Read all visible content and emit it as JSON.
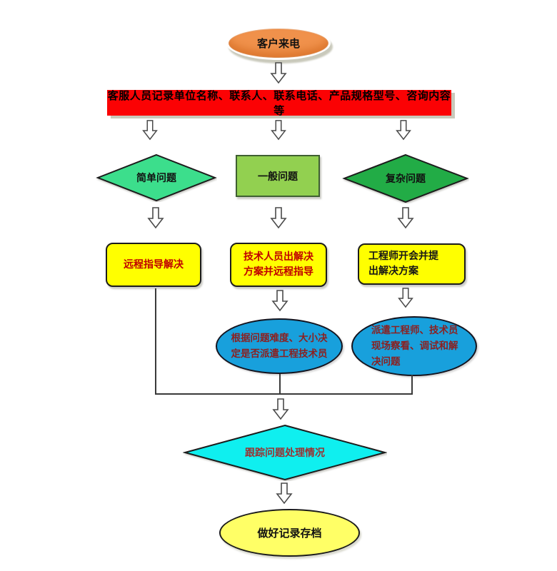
{
  "diagram": {
    "type": "flowchart",
    "language": "zh-CN",
    "topic": "customer service call handling process"
  },
  "nodes": {
    "start": {
      "label": "客户来电",
      "shape": "ellipse",
      "fill": "#F0914B",
      "text_color": "#000000"
    },
    "record": {
      "label": "客服人员记录单位名称、联系人、联系电话、产品规格型号、咨询内容等",
      "shape": "rectangle",
      "fill": "#FB0204",
      "text_color": "#000000"
    },
    "simple": {
      "label": "简单问题",
      "shape": "diamond",
      "fill": "#3CDE8C",
      "text_color": "#000000"
    },
    "general": {
      "label": "一般问题",
      "shape": "ellipse",
      "fill": "#92D050",
      "text_color": "#000000"
    },
    "complex": {
      "label": "复杂问题",
      "shape": "diamond",
      "fill": "#22AC46",
      "text_color": "#000000"
    },
    "remote": {
      "label": "远程指导解决",
      "shape": "rounded-rectangle",
      "fill": "#FFFF00",
      "text_color": "#C00000"
    },
    "tech": {
      "line1": "技术人员出解决",
      "line2": "方案并远程指导",
      "shape": "rounded-rectangle",
      "fill": "#FFFF00",
      "text_color": "#C00000"
    },
    "engineer": {
      "line1": "工程师开会并提",
      "line2": "出解决方案",
      "shape": "rounded-rectangle",
      "fill": "#FFFF00",
      "text_color": "#161616"
    },
    "decide": {
      "line1": "根据问题难度、大小决",
      "line2": "定是否派遣工程技术员",
      "shape": "ellipse",
      "fill": "#18A0DC",
      "text_color": "#8B2020"
    },
    "dispatch": {
      "line1": "派遣工程师、技术员",
      "line2": "现场察看、调试和解",
      "line3": "决问题",
      "shape": "ellipse",
      "fill": "#18A0DC",
      "text_color": "#8B2020"
    },
    "track": {
      "label": "跟踪问题处理情况",
      "shape": "diamond",
      "fill": "#0FEFEF",
      "text_color": "#993333"
    },
    "archive": {
      "label": "做好记录存档",
      "shape": "ellipse",
      "fill": "#FFFF66",
      "text_color": "#000000"
    }
  },
  "edges": [
    "start -> record",
    "record -> simple",
    "record -> general",
    "record -> complex",
    "simple -> remote",
    "general -> tech",
    "complex -> engineer",
    "tech -> decide",
    "engineer -> dispatch",
    "remote -> track",
    "decide -> track",
    "dispatch -> track",
    "track -> archive"
  ],
  "colors": {
    "arrow_fill": "#ffffff",
    "arrow_stroke": "#4a4a4a",
    "connector_line": "#3a3a3a",
    "background": "#ffffff"
  }
}
